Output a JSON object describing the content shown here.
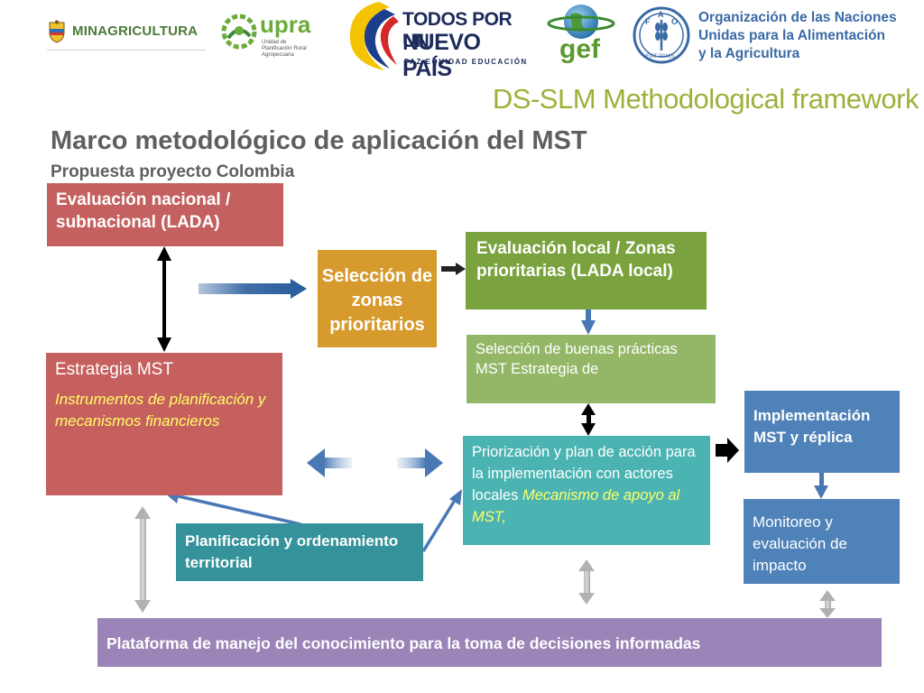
{
  "header": {
    "minagricultura": "MINAGRICULTURA",
    "upra_word": "upra",
    "upra_sub": "Unidad de Planificación Rural Agropecuaria",
    "todos_line1": "TODOS POR UN",
    "todos_line2": "NUEVO PAÍS",
    "todos_line3": "PAZ  EQUIDAD  EDUCACIÓN",
    "gef_word": "gef",
    "fao_letters": [
      "F",
      "A",
      "O"
    ],
    "fao_motto": "FIAT PANIS",
    "fao_name": [
      "Organización de las Naciones",
      "Unidas para la Alimentación",
      "y la Agricultura"
    ]
  },
  "page_title": "DS-SLM Methodological framework",
  "main_title": "Marco metodológico de aplicación del MST",
  "subtitle": "Propuesta proyecto Colombia",
  "boxes": {
    "lada": "Evaluación nacional / subnacional  (LADA)",
    "seleccion": "Selección de zonas prioritarios",
    "local": "Evaluación local / Zonas prioritarias (LADA local)",
    "buenas": "Selección de buenas prácticas MST Estrategia de",
    "estrategia_title": "Estrategia  MST",
    "estrategia_detail": "Instrumentos de planificación y mecanismos financieros",
    "priorizacion_main": "Priorización y plan de acción para la implementación con actores locales ",
    "priorizacion_highlight": "Mecanismo de apoyo al MST,",
    "planificacion": [
      "Planificación y ordenamiento",
      "territorial"
    ],
    "implementacion": "Implementación MST y réplica",
    "monitoreo": "Monitoreo y evaluación de impacto",
    "plataforma": "Plataforma de manejo del conocimiento para la toma de decisiones informadas"
  },
  "colors": {
    "lada": "#c4605f",
    "seleccion": "#d79a2d",
    "local": "#7aa23e",
    "buenas": "#93b767",
    "estrategia": "#c6605f",
    "priorizacion": "#4bb4b3",
    "planificacion": "#35929b",
    "implementacion": "#4f82b8",
    "monitoreo": "#4f82b8",
    "plataforma": "#9a84b8",
    "page_title": "#9bb23a",
    "highlight": "#ffff66"
  }
}
